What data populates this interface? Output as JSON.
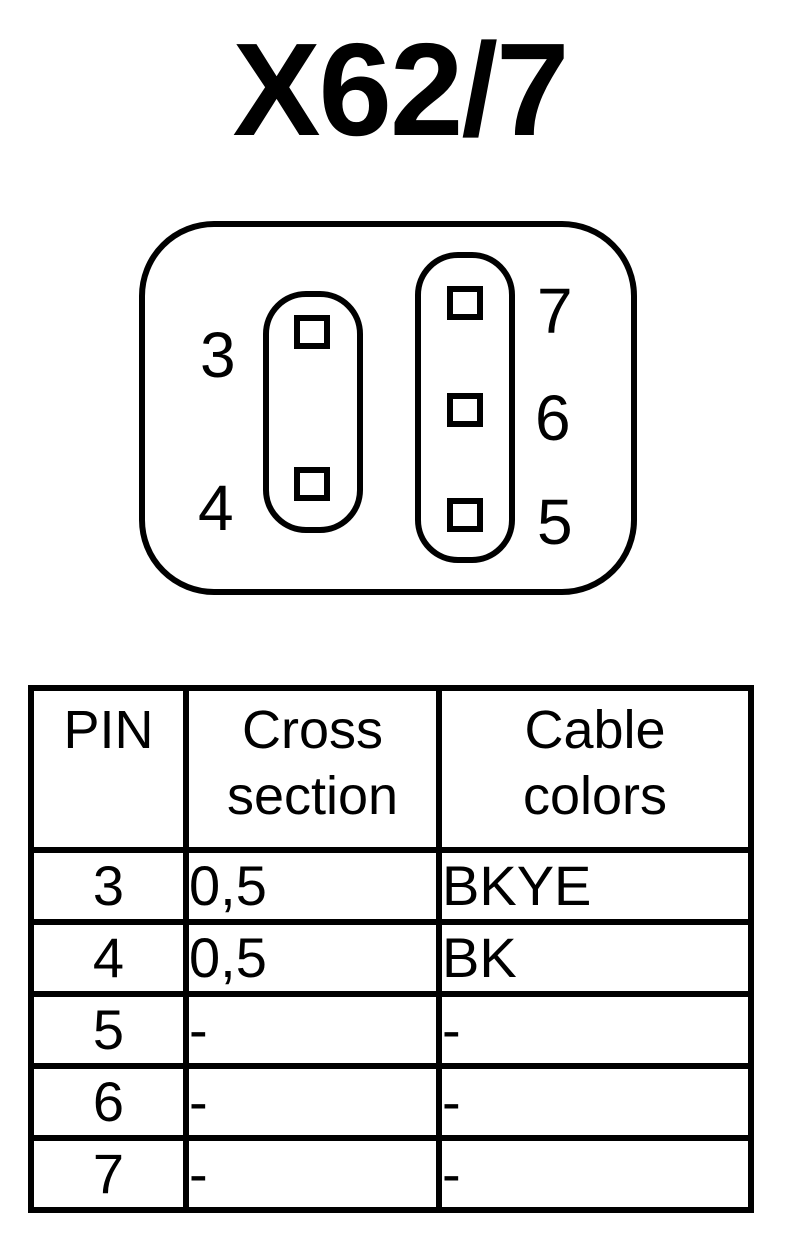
{
  "title": "X62/7",
  "connector": {
    "pin_labels": [
      "3",
      "4",
      "7",
      "6",
      "5"
    ]
  },
  "table": {
    "headers": [
      {
        "line1": "PIN",
        "line2": ""
      },
      {
        "line1": "Cross",
        "line2": "section"
      },
      {
        "line1": "Cable",
        "line2": "colors"
      }
    ],
    "rows": [
      {
        "pin": "3",
        "cross_section": "0,5",
        "color": "BKYE"
      },
      {
        "pin": "4",
        "cross_section": "0,5",
        "color": "BK"
      },
      {
        "pin": "5",
        "cross_section": "-",
        "color": "-"
      },
      {
        "pin": "6",
        "cross_section": "-",
        "color": "-"
      },
      {
        "pin": "7",
        "cross_section": "-",
        "color": "-"
      }
    ]
  }
}
